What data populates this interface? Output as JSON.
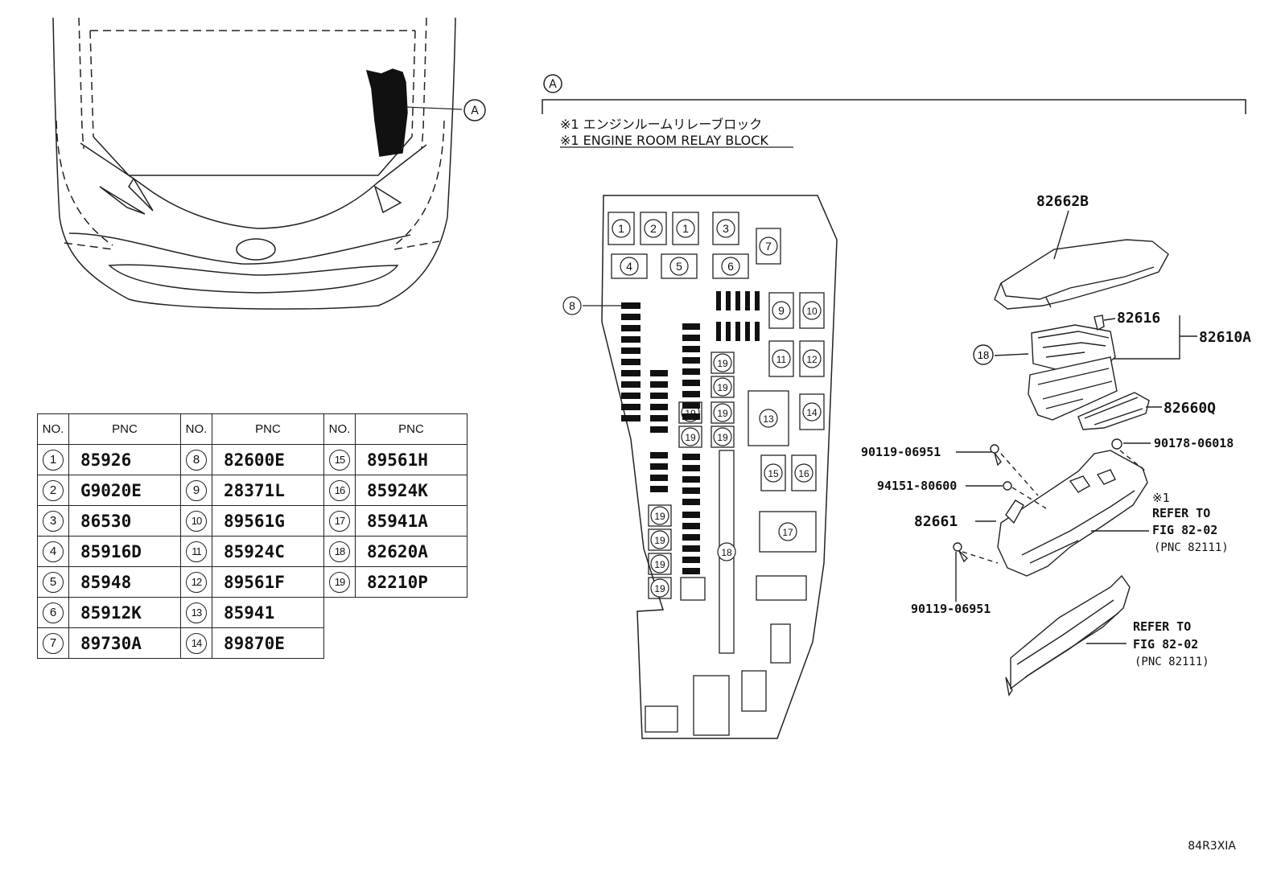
{
  "callout_a": "A",
  "section_a_label": "A",
  "title_jp": "※1 エンジンルームリレーブロック",
  "title_en": "※1 ENGINE ROOM RELAY BLOCK",
  "table_headers": {
    "no": "NO.",
    "pnc": "PNC"
  },
  "parts": [
    {
      "no": "1",
      "pnc": "85926"
    },
    {
      "no": "2",
      "pnc": "G9020E"
    },
    {
      "no": "3",
      "pnc": "86530"
    },
    {
      "no": "4",
      "pnc": "85916D"
    },
    {
      "no": "5",
      "pnc": "85948"
    },
    {
      "no": "6",
      "pnc": "85912K"
    },
    {
      "no": "7",
      "pnc": "89730A"
    },
    {
      "no": "8",
      "pnc": "82600E"
    },
    {
      "no": "9",
      "pnc": "28371L"
    },
    {
      "no": "10",
      "pnc": "89561G"
    },
    {
      "no": "11",
      "pnc": "85924C"
    },
    {
      "no": "12",
      "pnc": "89561F"
    },
    {
      "no": "13",
      "pnc": "85941"
    },
    {
      "no": "14",
      "pnc": "89870E"
    },
    {
      "no": "15",
      "pnc": "89561H"
    },
    {
      "no": "16",
      "pnc": "85924K"
    },
    {
      "no": "17",
      "pnc": "85941A"
    },
    {
      "no": "18",
      "pnc": "82620A"
    },
    {
      "no": "19",
      "pnc": "82210P"
    }
  ],
  "fuse_box_labels": {
    "1": "1",
    "2": "2",
    "3": "3",
    "4": "4",
    "5": "5",
    "6": "6",
    "7": "7",
    "8": "8",
    "9": "9",
    "10": "10",
    "11": "11",
    "12": "12",
    "13": "13",
    "14": "14",
    "15": "15",
    "16": "16",
    "17": "17",
    "18": "18",
    "19": "19"
  },
  "callouts": {
    "cover": "82662B",
    "fuse_holder": "82616",
    "relay_block_assy": "82610A",
    "block_lower": "82660Q",
    "bolt_top": "90119-06951",
    "nut": "90178-06018",
    "clip": "94151-80600",
    "bracket": "82661",
    "bolt_bottom": "90119-06951",
    "item18": "18",
    "note_mark": "※1",
    "refer1_line1": "REFER TO",
    "refer1_line2": "FIG 82-02",
    "refer1_line3": "(PNC 82111)",
    "refer2_line1": "REFER TO",
    "refer2_line2": "FIG 82-02",
    "refer2_line3": "(PNC 82111)"
  },
  "figure_code": "84R3XIA"
}
